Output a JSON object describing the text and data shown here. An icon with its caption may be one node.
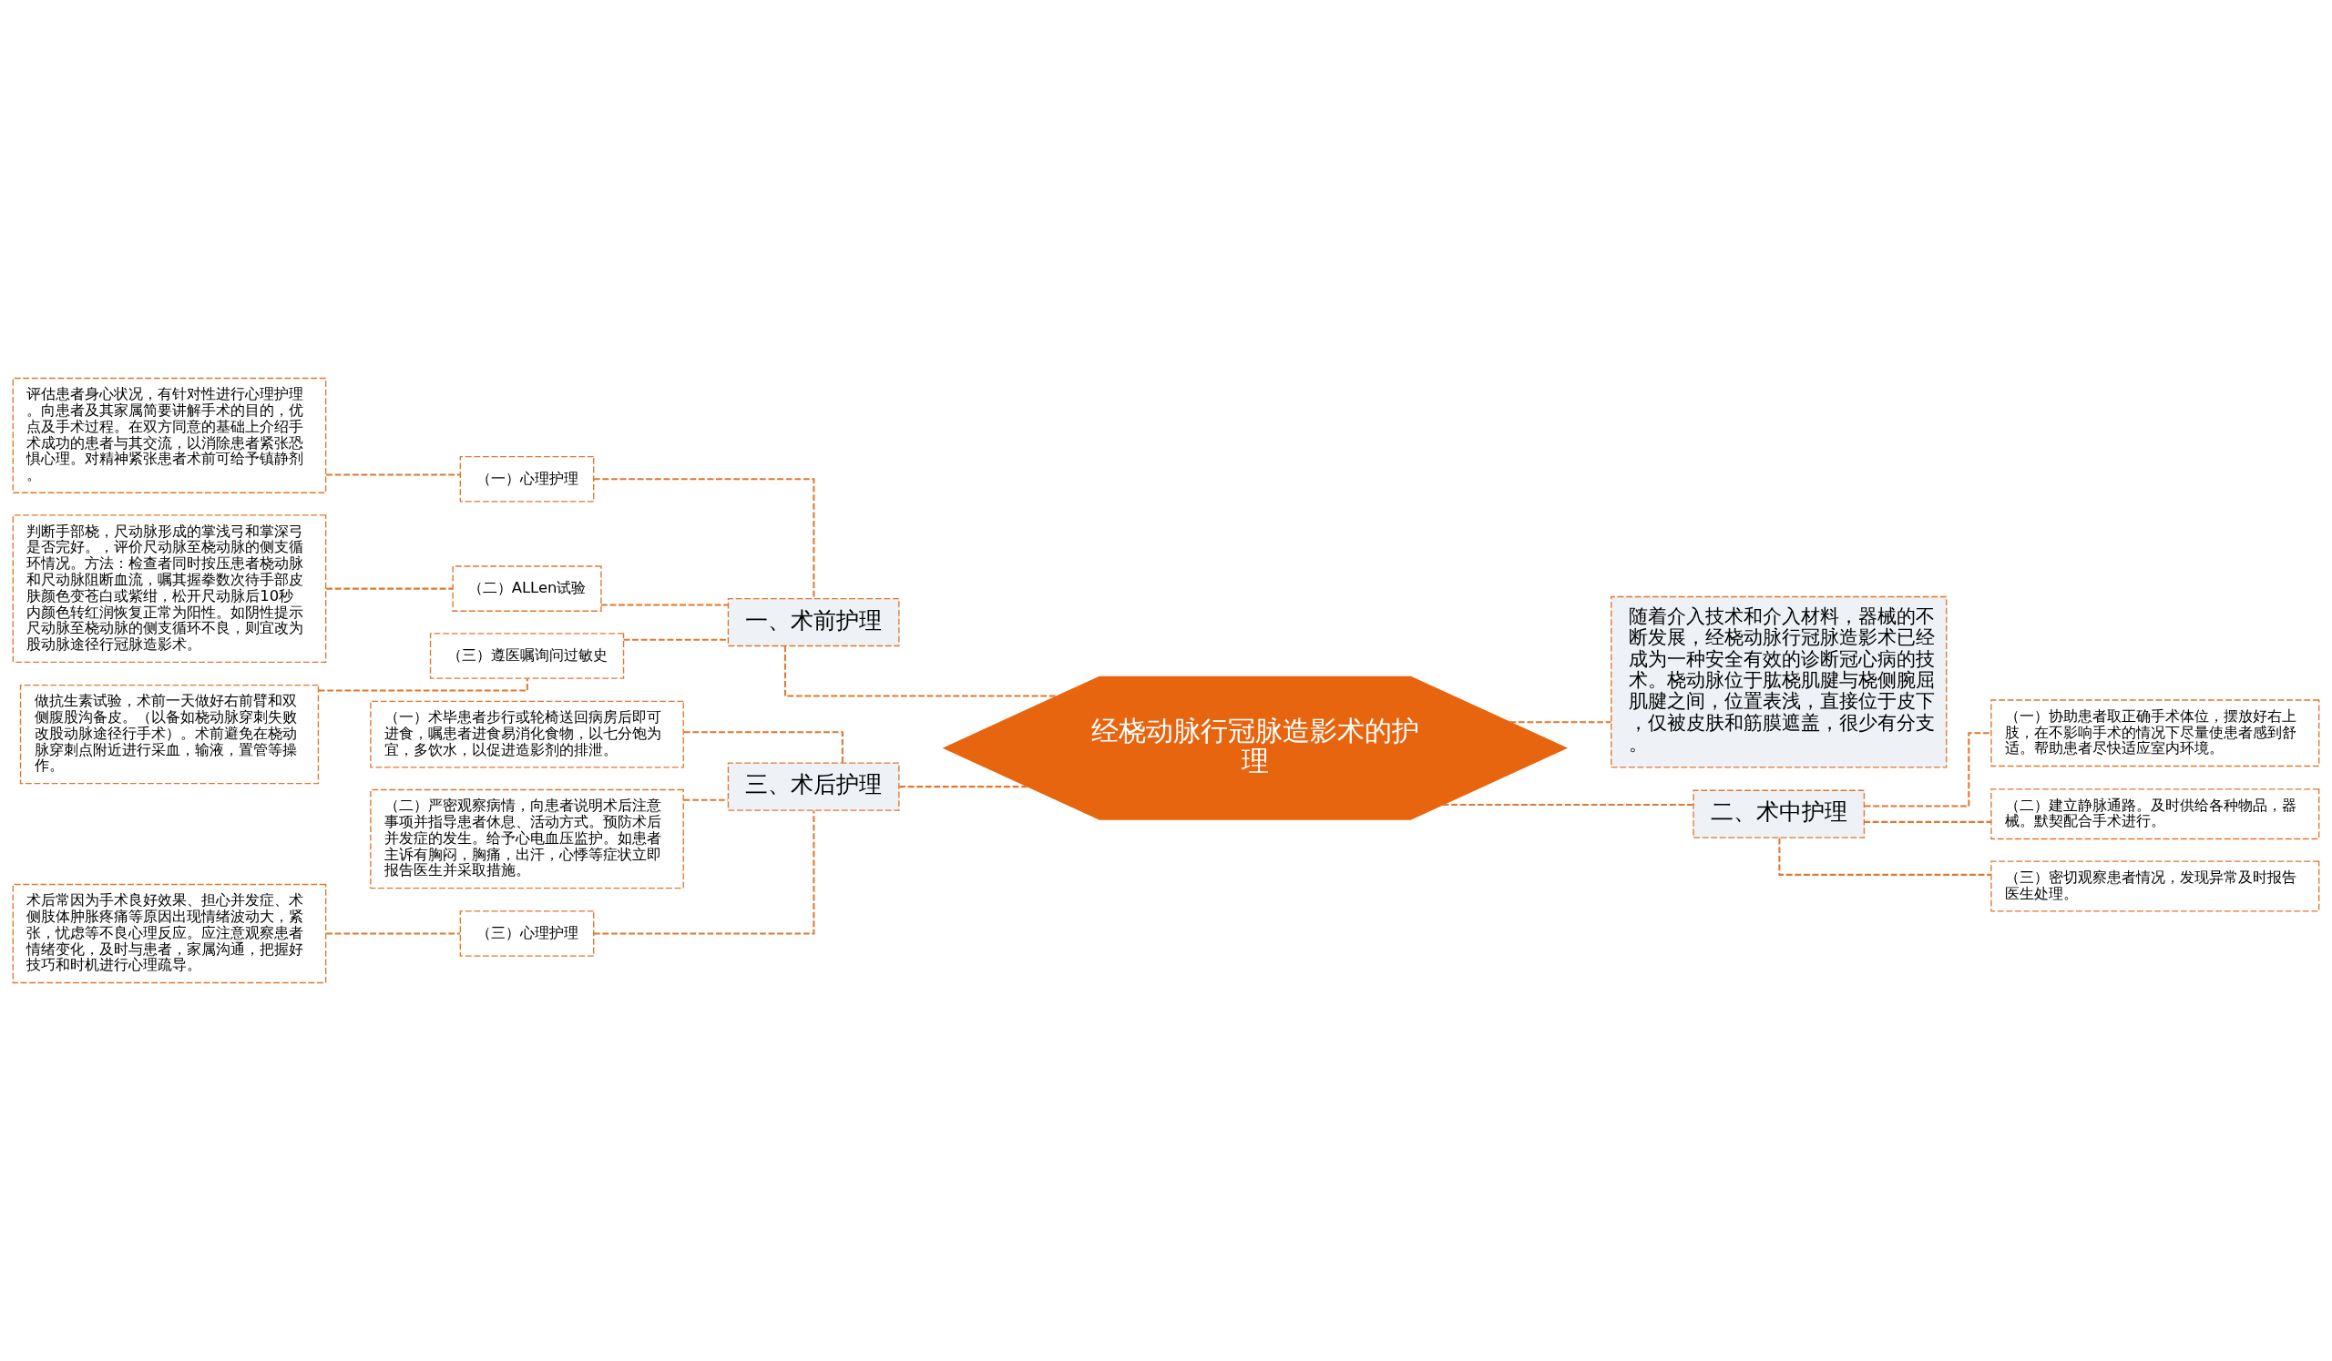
{
  "diagram": {
    "nodes": [
      {
        "text": [
          "经桡动脉行冠脉造影术的护理"
        ]
      },
      {
        "text": [
          "一、术前护理"
        ]
      },
      {
        "text": [
          "（一）心理护理"
        ]
      },
      {
        "text": [
          "评估患者身心状况，有针对性进行心理护理。向患者及其家属简要讲解手术的目的，优点及手术过程。在双方同意的基础上介绍手术成功的患者与其交流，以消除患者紧张恐惧心理。对精神紧张患者术前可给予镇静剂。"
        ]
      },
      {
        "text": [
          "（二）ALLen试验"
        ]
      },
      {
        "text": [
          "判断手部桡，尺动脉形成的掌浅弓和掌深弓是否完好。，评价尺动脉至桡动脉的侧支循环情况。方法：检查者同时按压患者桡动脉和尺动脉阻断血流，嘱其握拳数次待手部皮肤颜色变苍白或紫绀，松开尺动脉后10秒内颜色转红润恢复正常为阳性。如阴性提示尺动脉至桡动脉的侧支循环不良，则宜改为股动脉途径行冠脉造影术。"
        ]
      },
      {
        "text": [
          "（三）遵医嘱询问过敏史"
        ]
      },
      {
        "text": [
          "做抗生素试验，术前一天做好右前臂和双侧腹股沟备皮。（以备如桡动脉穿刺失败改股动脉途径行手术）。术前避免在桡动脉穿刺点附近进行采血，输液，置管等操作。"
        ]
      },
      {
        "text": [
          "三、术后护理"
        ]
      },
      {
        "text": [
          "（一）术毕患者步行或轮椅送回病房后即可进食，嘱患者进食易消化食物，以七分饱为宜，多饮水，以促进造影剂的排泄。"
        ]
      },
      {
        "text": [
          "（二）严密观察病情，向患者说明术后注意事项并指导患者休息、活动方式。预防术后并发症的发生。给予心电血压监护。如患者主诉有胸闷，胸痛，出汗，心悸等症状立即报告医生并采取措施。"
        ]
      },
      {
        "text": [
          "（三）心理护理"
        ]
      },
      {
        "text": [
          "术后常因为手术良好效果、担心并发症、术侧肢体肿胀疼痛等原因出现情绪波动大，紧张，忧虑等不良心理反应。应注意观察患者情绪变化，及时与患者，家属沟通，把握好技巧和时机进行心理疏导。"
        ]
      },
      {
        "text": [
          "随着介入技术和介入材料，器械的不断发展，经桡动脉行冠脉造影术已经成为一种安全有效的诊断冠心病的技术。桡动脉位于肱桡肌腱与桡侧腕屈肌腱之间，位置表浅，直接位于皮下，仅被皮肤和筋膜遮盖，很少有分支。"
        ]
      },
      {
        "text": [
          "二、术中护理"
        ]
      },
      {
        "text": [
          "（一）协助患者取正确手术体位，摆放好右上肢，在不影响手术的情况下尽量使患者感到舒适。帮助患者尽快适应室内环境。"
        ]
      },
      {
        "text": [
          "（二）建立静脉通路。及时供给各种物品，器械。默契配合手术进行。"
        ]
      },
      {
        "text": [
          "（三）密切观察患者情况，发现异常及时报告医生处理。"
        ]
      }
    ],
    "edges": [
      {
        "from": 0,
        "to": 1,
        "arrow": "none",
        "style": "dashed"
      },
      {
        "from": 1,
        "to": 2,
        "arrow": "none",
        "style": "dashed"
      },
      {
        "from": 2,
        "to": 3,
        "arrow": "none",
        "style": "dashed"
      },
      {
        "from": 1,
        "to": 4,
        "arrow": "none",
        "style": "dashed"
      },
      {
        "from": 4,
        "to": 5,
        "arrow": "none",
        "style": "dashed"
      },
      {
        "from": 1,
        "to": 6,
        "arrow": "none",
        "style": "dashed"
      },
      {
        "from": 6,
        "to": 7,
        "arrow": "none",
        "style": "dashed"
      },
      {
        "from": 0,
        "to": 8,
        "arrow": "none",
        "style": "dashed"
      },
      {
        "from": 8,
        "to": 9,
        "arrow": "none",
        "style": "dashed"
      },
      {
        "from": 8,
        "to": 10,
        "arrow": "none",
        "style": "dashed"
      },
      {
        "from": 8,
        "to": 11,
        "arrow": "none",
        "style": "dashed"
      },
      {
        "from": 11,
        "to": 12,
        "arrow": "none",
        "style": "dashed"
      },
      {
        "from": 0,
        "to": 13,
        "arrow": "none",
        "style": "dashed"
      },
      {
        "from": 0,
        "to": 14,
        "arrow": "none",
        "style": "dashed"
      },
      {
        "from": 14,
        "to": 15,
        "arrow": "none",
        "style": "dashed"
      },
      {
        "from": 14,
        "to": 16,
        "arrow": "none",
        "style": "dashed"
      },
      {
        "from": 14,
        "to": 17,
        "arrow": "none",
        "style": "dashed"
      }
    ]
  }
}
